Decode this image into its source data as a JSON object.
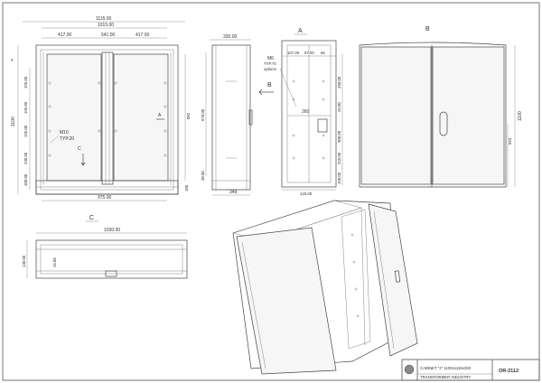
{
  "sheet": {
    "view_labels": {
      "c_section": "C",
      "a_section": "A",
      "b_view": "B"
    },
    "front_dims": {
      "overall_width": "1115.00",
      "inner_width": "1015.00",
      "left_door": "417.00",
      "mullion": "541.00",
      "right_door": "417.00",
      "bottom_width": "975.00",
      "height": "1100",
      "left_marks": [
        "195.00",
        "195.00",
        "195.00",
        "230.00",
        "180.00"
      ],
      "right_mark": "882",
      "bottom_right": "100",
      "letter_x": "x"
    },
    "front_notes": {
      "bolt": "M10",
      "bolt_typ": "TYP.20",
      "arrow_a": "A",
      "arrow_c": "C"
    },
    "side_dims": {
      "depth": "330.00",
      "inner_height": "978.00",
      "bottom": "349",
      "low": "38.00"
    },
    "arrow_b": "B",
    "a_dims": {
      "top": [
        "107.00",
        "97.00",
        "65"
      ],
      "m6_note": [
        "M6",
        "TYP.70",
        "options"
      ],
      "center": "260",
      "right_marks": [
        "250.00",
        "25.00",
        "300.00",
        "225.00",
        "190.00"
      ],
      "bottom": "140.00"
    },
    "b_dims": {
      "height": "1100",
      "handle": "553"
    },
    "c_dims": {
      "width": "1030.00",
      "depth": "130.00",
      "inner": "15.00"
    },
    "title_block": {
      "title": "CABINET \"2\" 1100x1115x330",
      "code": "OR-2112",
      "company": "TRANSFORMER INDUSTRY"
    },
    "colors": {
      "line": "#444444",
      "panel": "#f6f6f6",
      "frame": "#555555"
    }
  }
}
